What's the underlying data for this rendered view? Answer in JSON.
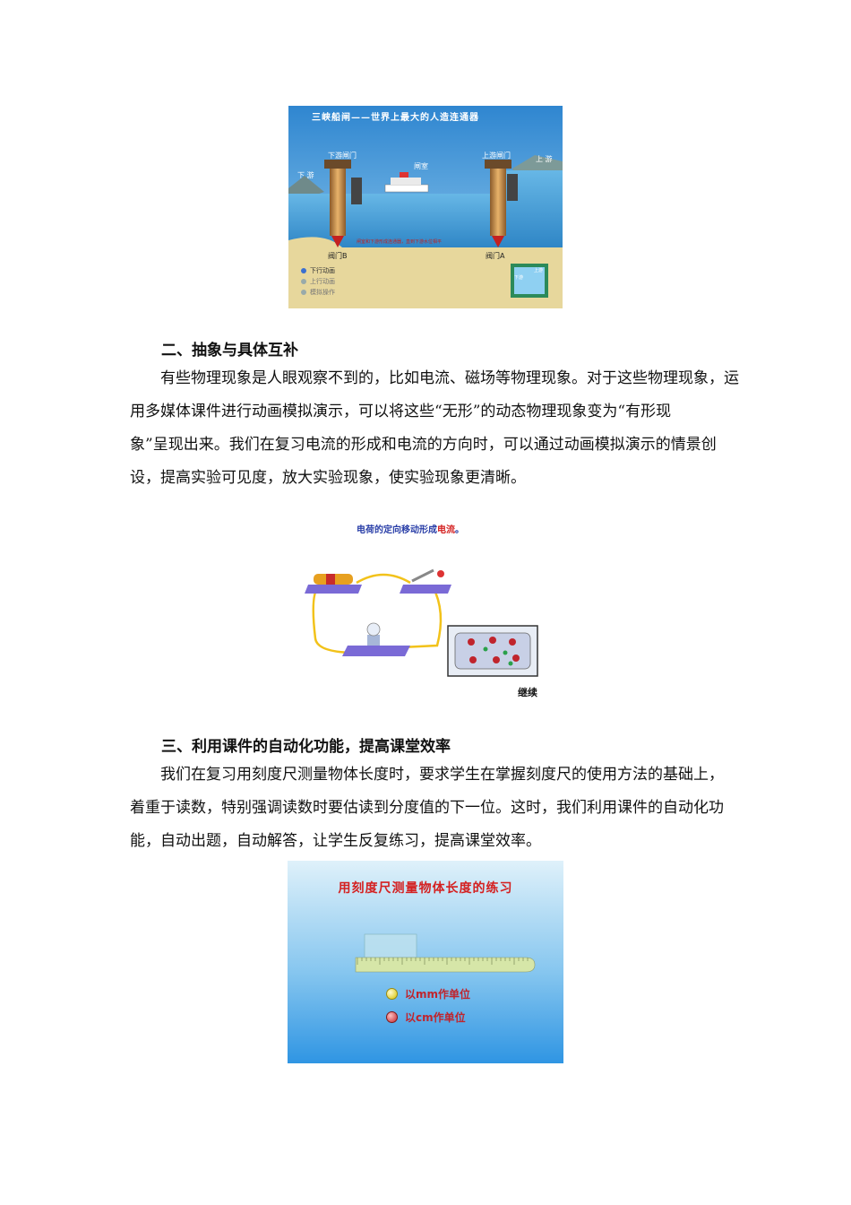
{
  "figure1": {
    "title": "三峡船闸——世界上最大的人造连通器",
    "labels": {
      "downstream": "下 游",
      "upstream": "上 游",
      "lower_gate": "下游闸门",
      "upper_gate": "上游闸门",
      "chamber": "闸室",
      "valve_b": "阀门B",
      "valve_a": "阀门A",
      "note": "闸室和下游形成连通器，直到下游水位相平"
    },
    "menu": [
      "下行动画",
      "上行动画",
      "模拟操作"
    ],
    "inset_left": "下游",
    "inset_right": "上游"
  },
  "section2": {
    "heading": "二、抽象与具体互补",
    "lines": [
      "有些物理现象是人眼观察不到的，比如电流、磁场等物理现象。对于这些物理现象，运",
      "用多媒体课件进行动画模拟演示，可以将这些“无形”的动态物理现象变为“有形现",
      "象”呈现出来。我们在复习电流的形成和电流的方向时，可以通过动画模拟演示的情景创",
      "设，提高实验可见度，放大实验现象，使实验现象更清晰。"
    ]
  },
  "figure2": {
    "caption_prefix": "电荷的定向移动形成",
    "caption_highlight": "电流",
    "caption_suffix": "。",
    "continue": "继续"
  },
  "section3": {
    "heading": "三、利用课件的自动化功能，提高课堂效率",
    "lines": [
      "我们在复习用刻度尺测量物体长度时，要求学生在掌握刻度尺的使用方法的基础上，",
      "着重于读数，特别强调读数时要估读到分度值的下一位。这时，我们利用课件的自动化功",
      "能，自动出题，自动解答，让学生反复练习，提高课堂效率。"
    ]
  },
  "figure3": {
    "title": "用刻度尺测量物体长度的练习",
    "options": [
      "以mm作单位",
      "以cm作单位"
    ]
  },
  "colors": {
    "sky": "#56a9e0",
    "water": "#3f9bd4",
    "sand": "#e6d69a",
    "wire": "#f2c21a",
    "red_title": "#d42020",
    "fig3_bg_top": "#dceff9",
    "fig3_bg_bottom": "#2f95e3"
  }
}
